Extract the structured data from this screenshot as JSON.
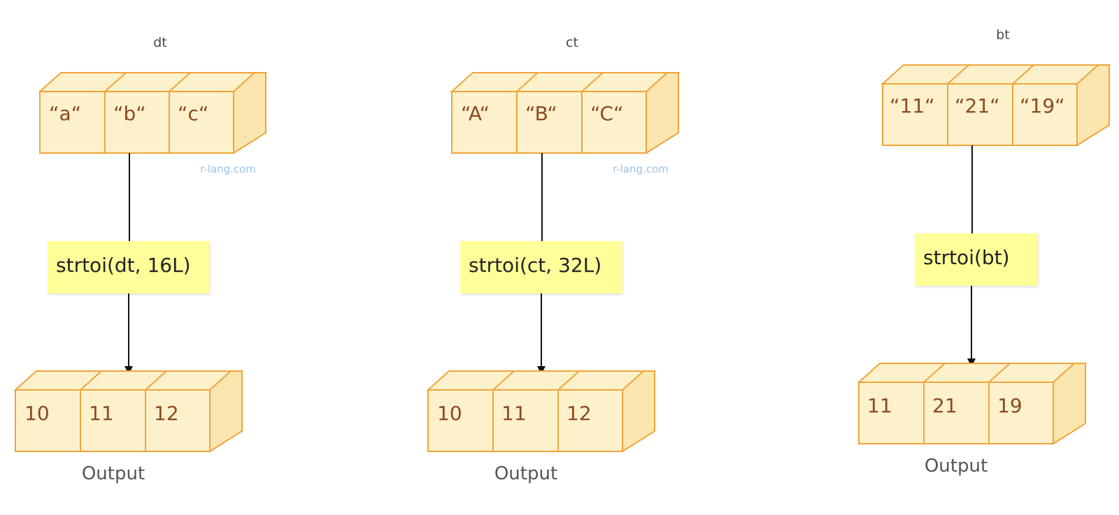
{
  "panels": [
    {
      "title": "dt",
      "input_cells": [
        "“a“",
        "“b“",
        "“c“"
      ],
      "function": "strtoi(dt, 16L)",
      "output_cells": [
        "10",
        "11",
        "12"
      ],
      "output_label": "Output",
      "watermark": "r-lang.com"
    },
    {
      "title": "ct",
      "input_cells": [
        "“A“",
        "“B“",
        "“C“"
      ],
      "function": "strtoi(ct, 32L)",
      "output_cells": [
        "10",
        "11",
        "12"
      ],
      "output_label": "Output",
      "watermark": "r-lang.com"
    },
    {
      "title": "bt",
      "input_cells": [
        "“11“",
        "“21“",
        "“19“"
      ],
      "function": "strtoi(bt)",
      "output_cells": [
        "11",
        "21",
        "19"
      ],
      "output_label": "Output",
      "watermark": ""
    }
  ],
  "colors": {
    "cube_fill": "#fdf1cc",
    "cube_stroke": "#f0a43a",
    "func_fill": "#ffff99",
    "arrow": "#111111",
    "cell_text": "#8b4a1e"
  }
}
